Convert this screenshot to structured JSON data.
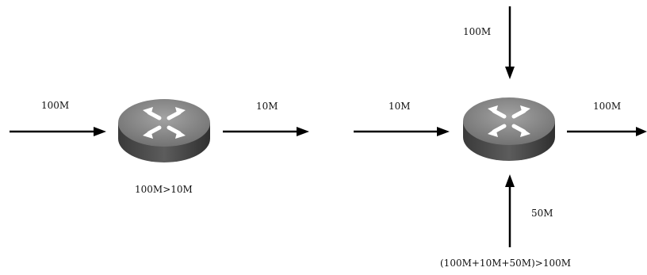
{
  "colors": {
    "arrow": "#000000",
    "switch_top": "#8e8e8e",
    "switch_side": "#4a4a4a",
    "switch_arrows": "#ffffff"
  },
  "diagrams": [
    {
      "switch_icon": "switch-icon",
      "input_label": "100M",
      "output_label": "10M",
      "caption": "100M>10M"
    },
    {
      "switch_icon": "switch-icon",
      "left_input_label": "10M",
      "top_input_label": "100M",
      "bottom_input_label": "50M",
      "output_label": "100M",
      "caption": "(100M+10M+50M)>100M"
    }
  ]
}
